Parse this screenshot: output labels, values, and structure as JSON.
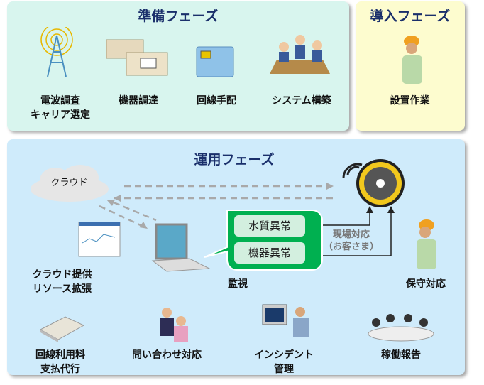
{
  "prep": {
    "title": "準備フェーズ",
    "items": [
      {
        "label1": "電波調査",
        "label2": "キャリア選定"
      },
      {
        "label1": "機器調達"
      },
      {
        "label1": "回線手配"
      },
      {
        "label1": "システム構築"
      }
    ]
  },
  "intro": {
    "title": "導入フェーズ",
    "items": [
      {
        "label1": "設置作業"
      }
    ]
  },
  "ops": {
    "title": "運用フェーズ",
    "cloud": "クラウド",
    "cloud_service": {
      "label1": "クラウド提供",
      "label2": "リソース拡張"
    },
    "monitor": "監視",
    "alerts": [
      "水質異常",
      "機器異常"
    ],
    "onsite": {
      "line1": "現場対応",
      "line2": "（お客さま）"
    },
    "maintenance": "保守対応",
    "bottom": [
      {
        "label1": "回線利用料",
        "label2": "支払代行"
      },
      {
        "label1": "問い合わせ対応"
      },
      {
        "label1": "インシデント",
        "label2": "管理"
      },
      {
        "label1": "稼働報告"
      }
    ]
  },
  "colors": {
    "prep_bg": "#d8f5ee",
    "intro_bg": "#fdfccf",
    "ops_bg": "#cfebfb",
    "title": "#1a2f6b",
    "alert_green": "#00b050"
  }
}
